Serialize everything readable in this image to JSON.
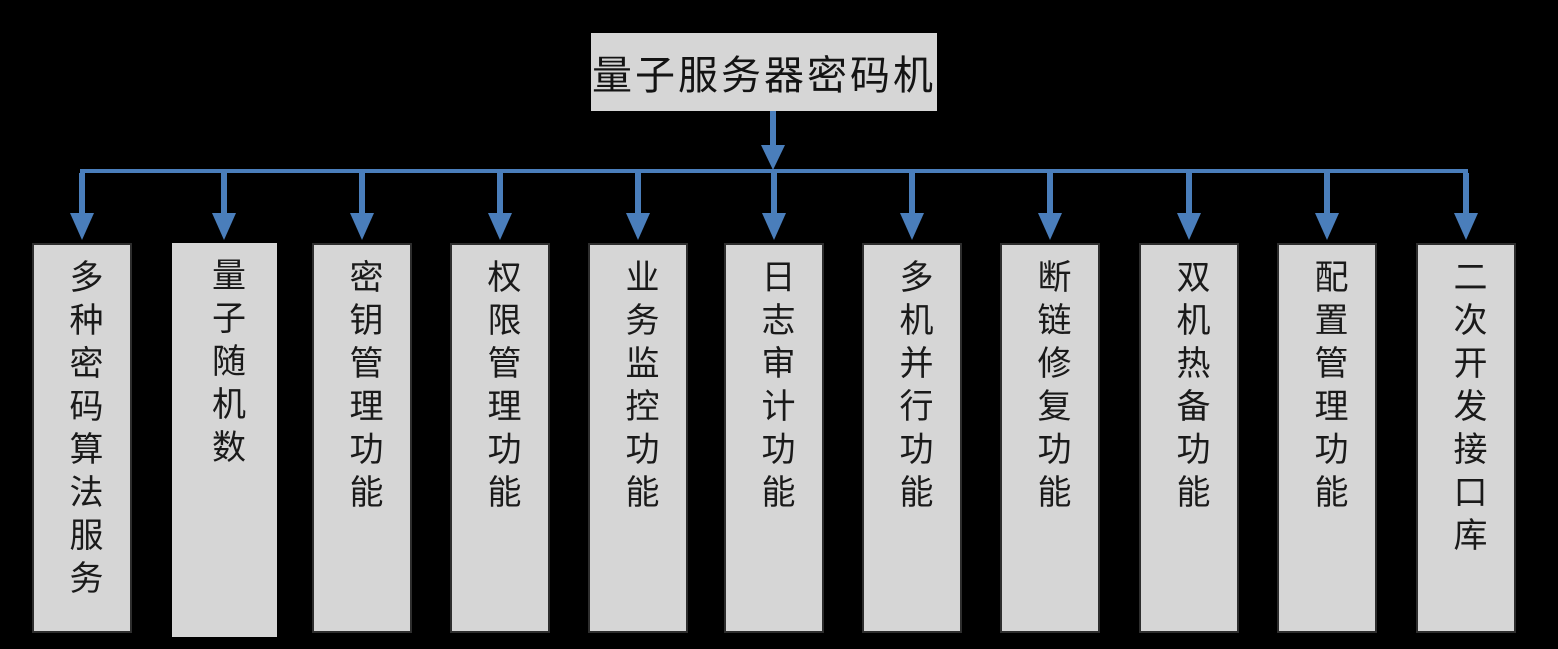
{
  "root": {
    "label": "量子服务器密码机"
  },
  "children": [
    {
      "label": "多种密码算法服务"
    },
    {
      "label": "量子随机数"
    },
    {
      "label": "密钥管理功能"
    },
    {
      "label": "权限管理功能"
    },
    {
      "label": "业务监控功能"
    },
    {
      "label": "日志审计功能"
    },
    {
      "label": "多机并行功能"
    },
    {
      "label": "断链修复功能"
    },
    {
      "label": "双机热备功能"
    },
    {
      "label": "配置管理功能"
    },
    {
      "label": "二次开发接口库"
    }
  ],
  "colors": {
    "background": "#000000",
    "box_fill": "#d6d6d6",
    "box_border": "#2e2e2e",
    "text": "#1a1a1a",
    "connector": "#4a7ebb"
  }
}
